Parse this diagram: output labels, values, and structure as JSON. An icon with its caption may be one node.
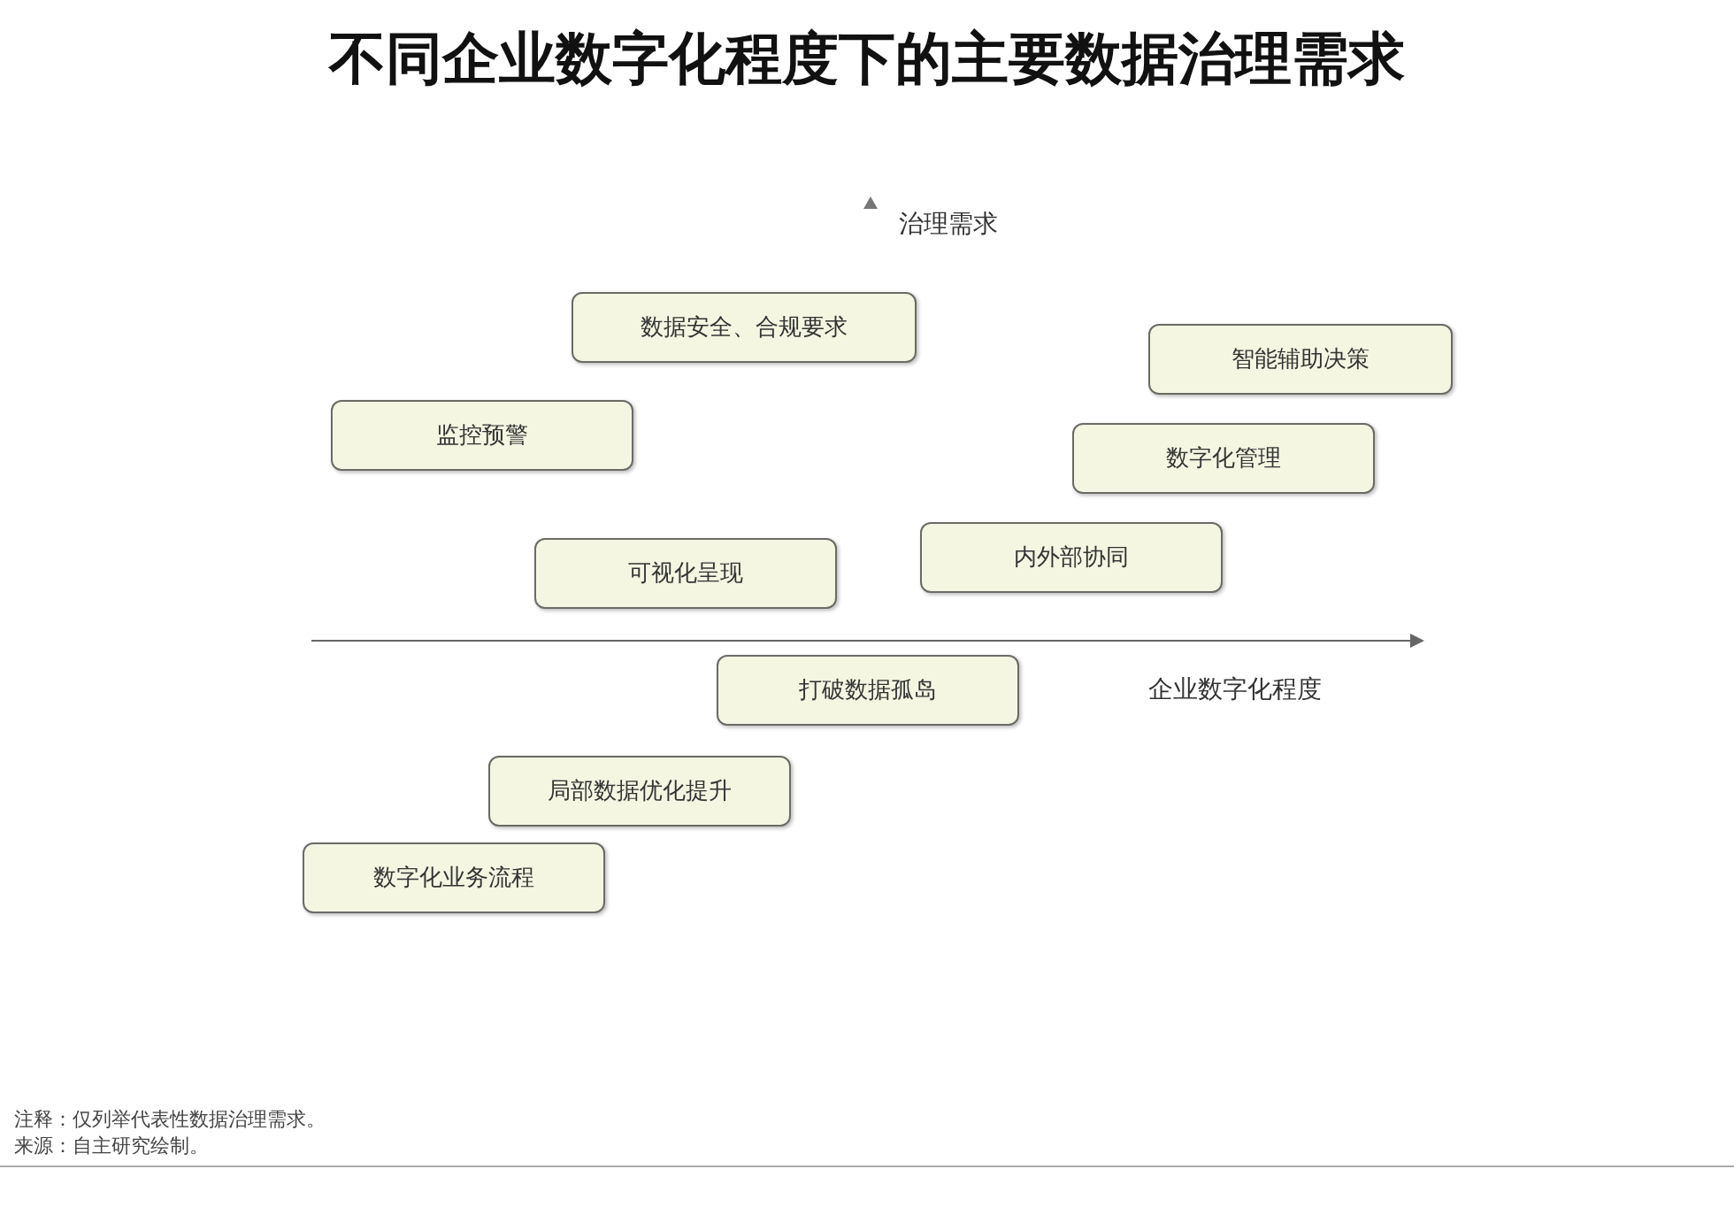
{
  "diagram": {
    "title": "不同企业数字化程度下的主要数据治理需求",
    "nodes": [
      {
        "text": [
          "数据安全、合规要求"
        ]
      },
      {
        "text": [
          "智能辅助决策"
        ]
      },
      {
        "text": [
          "监控预警"
        ]
      },
      {
        "text": [
          "数字化管理"
        ]
      },
      {
        "text": [
          "内外部协同"
        ]
      },
      {
        "text": [
          "可视化呈现"
        ]
      },
      {
        "text": [
          "打破数据孤岛"
        ]
      },
      {
        "text": [
          "局部数据优化提升"
        ]
      },
      {
        "text": [
          "数字化业务流程"
        ]
      }
    ],
    "labels": [
      "治理需求",
      "企业数字化程度",
      "注释：仅列举代表性数据治理需求。",
      "来源：自主研究绘制。"
    ]
  }
}
